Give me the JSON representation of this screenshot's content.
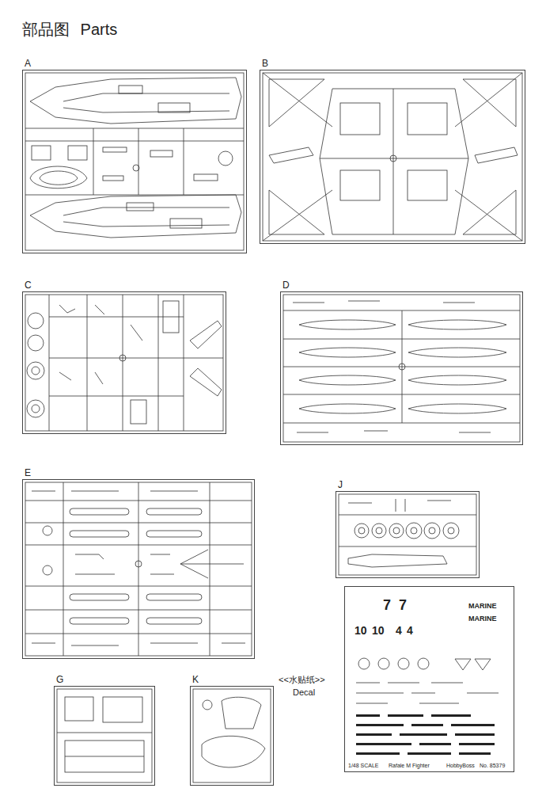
{
  "diagram": {
    "title": "部品图 Parts",
    "nodes": [
      {
        "text": [
          "A"
        ]
      },
      {
        "text": [
          "B"
        ]
      },
      {
        "text": [
          "C"
        ]
      },
      {
        "text": [
          "D"
        ]
      },
      {
        "text": [
          "E"
        ]
      },
      {
        "text": [
          "J"
        ]
      },
      {
        "text": [
          "G"
        ]
      },
      {
        "text": [
          "K"
        ]
      },
      {
        "text": [
          "7",
          "7",
          "10",
          "10",
          "4",
          "4",
          "MARINE",
          "MARINE",
          "1/48 SCALE",
          "Rafale M Fighter",
          "HobbyBoss",
          "No. 85379"
        ]
      }
    ],
    "labels": [
      "<<水贴纸>>",
      "Decal"
    ]
  }
}
